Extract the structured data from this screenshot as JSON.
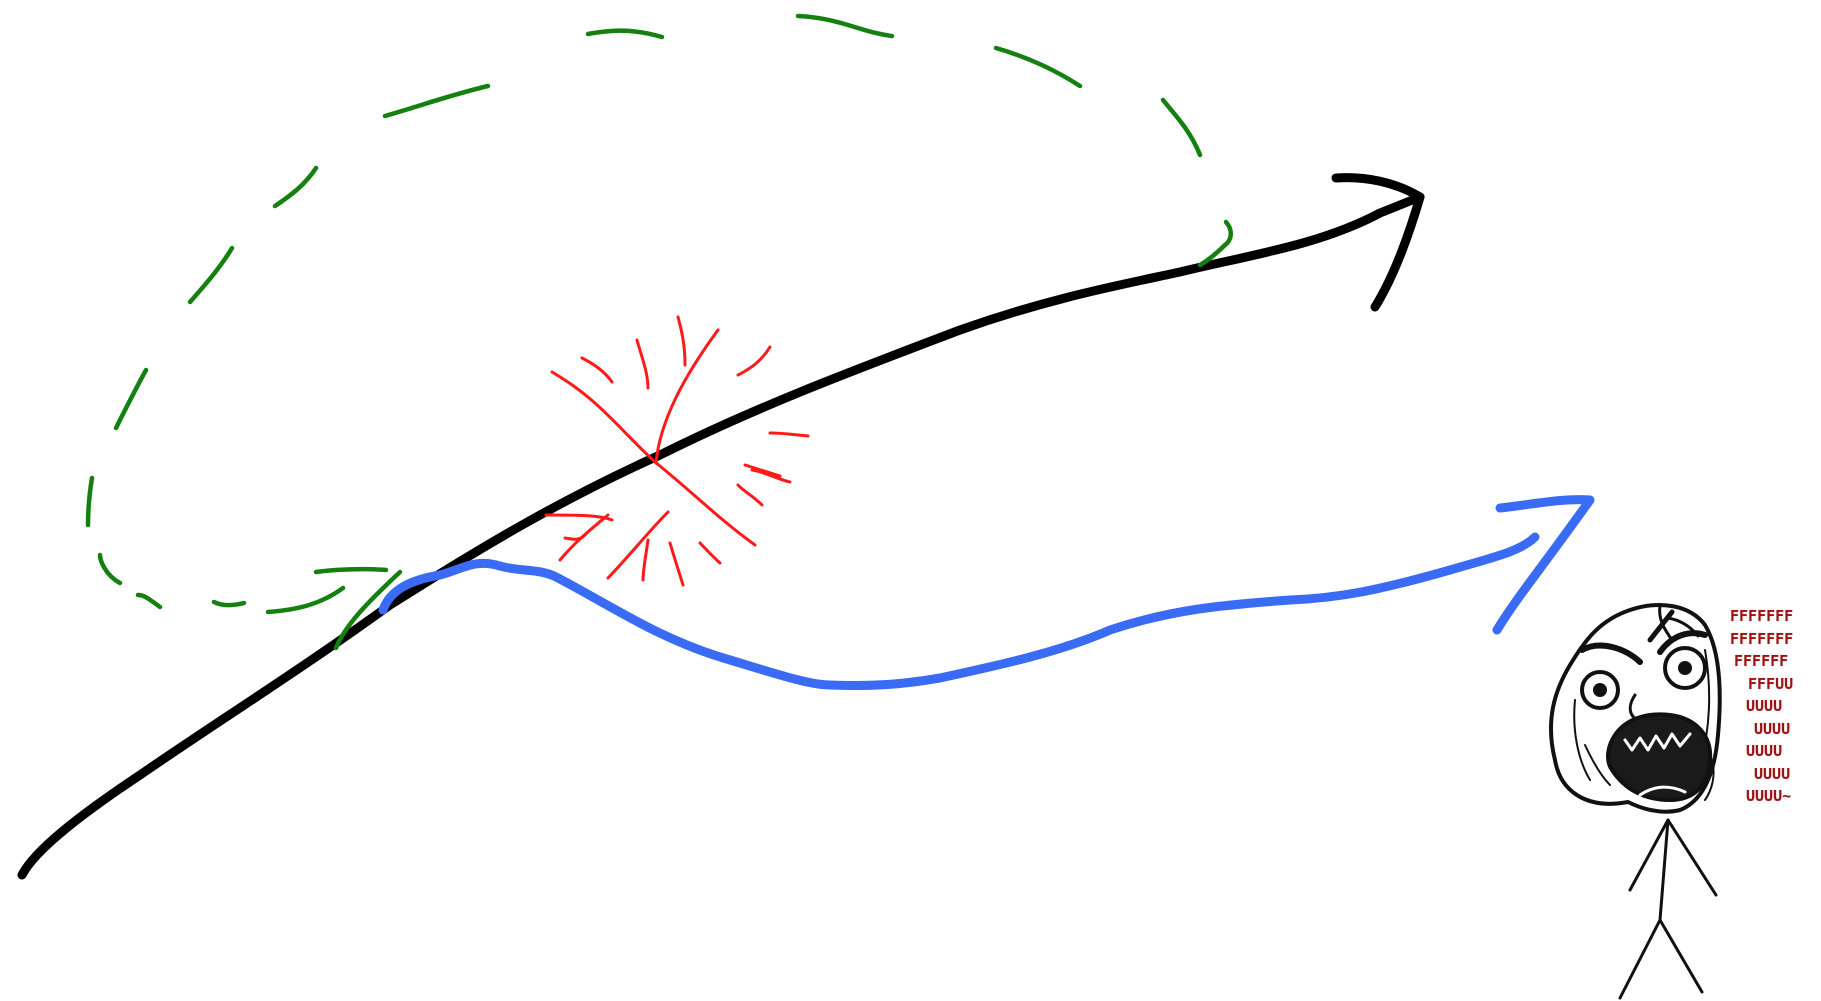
{
  "colors": {
    "background": "#ffffff",
    "main_path": "#000000",
    "dashed_loop": "#138010",
    "burst": "#ff1a1a",
    "alternate_path": "#3a6bf5",
    "figure": "#111111",
    "rage_text": "#9b1212"
  },
  "rage_caption": {
    "lines": [
      {
        "text": "FFFFFFF"
      },
      {
        "text": "FFFFFFF"
      },
      {
        "text": "FFFFFF"
      },
      {
        "text": "FFFUU"
      },
      {
        "text": "UUUU"
      },
      {
        "text": "UUUU"
      },
      {
        "text": "UUUU"
      },
      {
        "text": "UUUU"
      },
      {
        "text": "UUUU~"
      }
    ]
  },
  "icons": {
    "figure": "rage-face-stick-figure-icon"
  }
}
